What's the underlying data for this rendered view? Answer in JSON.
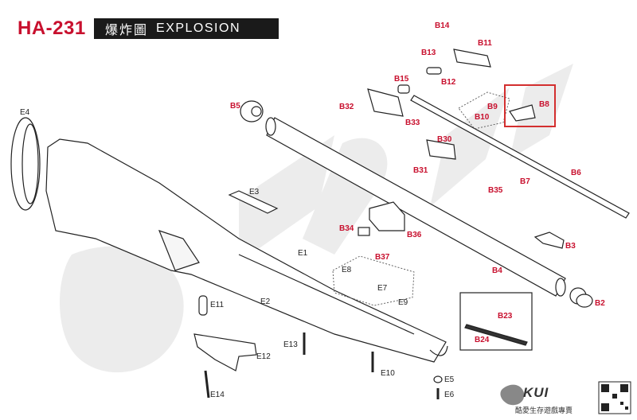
{
  "header": {
    "code": "HA-231",
    "title_cn": "爆炸圖",
    "title_en": "EXPLOSION"
  },
  "brand": {
    "name": "KUI",
    "tagline": "酷愛生存遊戲專賣"
  },
  "highlight_color": "#d32f2f",
  "label_color": "#c8102e",
  "labels": {
    "E4": "E4",
    "E3": "E3",
    "E1": "E1",
    "E2": "E2",
    "E8": "E8",
    "E7": "E7",
    "E9": "E9",
    "E11": "E11",
    "E12": "E12",
    "E13": "E13",
    "E14": "E14",
    "E10": "E10",
    "E5": "E5",
    "E6": "E6",
    "B5": "B5",
    "B4": "B4",
    "B2": "B2",
    "B3": "B3",
    "B6": "B6",
    "B7": "B7",
    "B8": "B8",
    "B9": "B9",
    "B10": "B10",
    "B11": "B11",
    "B12": "B12",
    "B13": "B13",
    "B14": "B14",
    "B15": "B15",
    "B30": "B30",
    "B31": "B31",
    "B32": "B32",
    "B33": "B33",
    "B34": "B34",
    "B35": "B35",
    "B36": "B36",
    "B37": "B37",
    "B23": "B23",
    "B24": "B24"
  }
}
